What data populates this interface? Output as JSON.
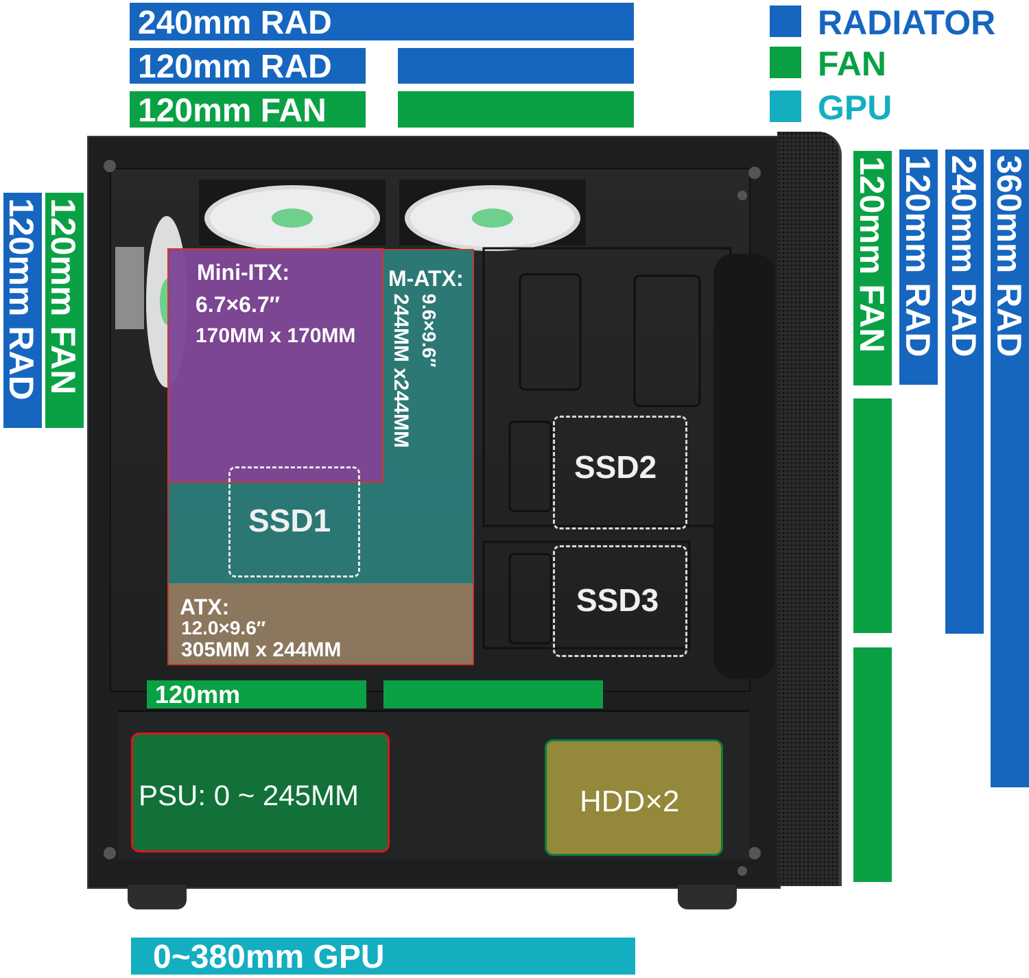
{
  "colors": {
    "radiator": "#1666c0",
    "fan": "#0aa145",
    "gpu": "#14aec1",
    "mini_itx": "#8b3d99",
    "m_atx": "#2e8f8c",
    "atx": "#a38a6a",
    "psu_border": "#e0141e",
    "psu_fill": "#0f7a3c",
    "hdd": "#94883a"
  },
  "legend": [
    {
      "label": "RADIATOR",
      "color": "#1666c0"
    },
    {
      "label": "FAN",
      "color": "#0aa145"
    },
    {
      "label": "GPU",
      "color": "#14aec1"
    }
  ],
  "top_bars": {
    "rad240": "240mm RAD",
    "rad120": "120mm RAD",
    "fan120": "120mm FAN"
  },
  "rear_bars": {
    "rad": "120mm RAD",
    "fan": "120mm FAN"
  },
  "front_bars": {
    "fan120": "120mm FAN",
    "rad120": "120mm RAD",
    "rad240": "240mm RAD",
    "rad360": "360mm RAD"
  },
  "bottom_fan": "120mm",
  "gpu_bar": "0~380mm GPU",
  "zones": {
    "mini_itx": {
      "title": "Mini-ITX:",
      "inch": "6.7×6.7″",
      "mm": "170MM x 170MM"
    },
    "m_atx": {
      "title": "M-ATX:",
      "inch": "9.6×9.6″",
      "mm": "244MM x244MM"
    },
    "atx": {
      "title": "ATX:",
      "inch": "12.0×9.6″",
      "mm": "305MM x 244MM"
    }
  },
  "ssd1": "SSD1",
  "ssd2": "SSD2",
  "ssd3": "SSD3",
  "psu": "PSU:  0 ~ 245MM",
  "hdd": "HDD×2"
}
